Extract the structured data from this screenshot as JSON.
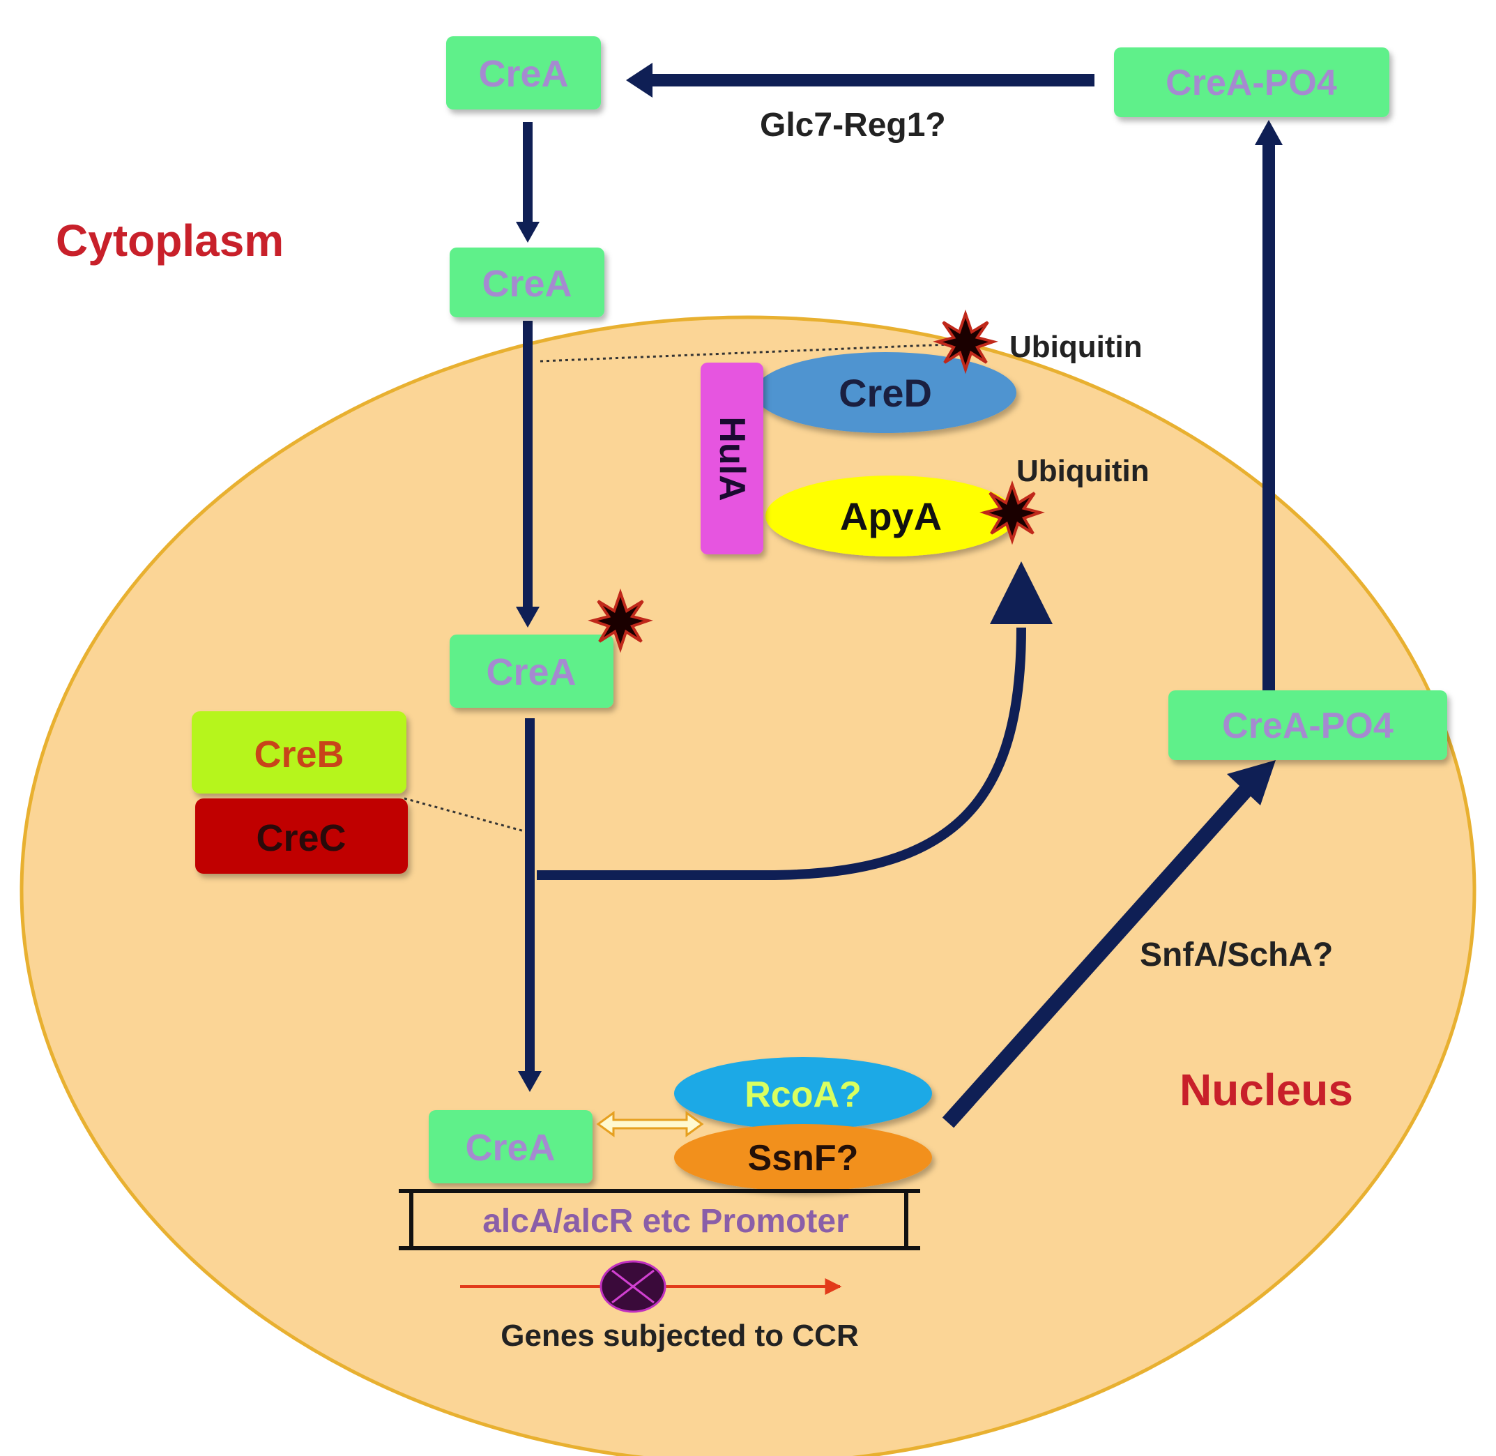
{
  "labels": {
    "cytoplasm": "Cytoplasm",
    "nucleus": "Nucleus",
    "glc7": "Glc7-Reg1?",
    "snfa": "SnfA/SchA?",
    "ubiquitin_1": "Ubiquitin",
    "ubiquitin_2": "Ubiquitin",
    "promoter": "alcA/alcR etc Promoter",
    "genes": "Genes subjected to CCR"
  },
  "nodes": {
    "crea_top": "CreA",
    "crea_po4_top": "CreA-PO4",
    "crea_2": "CreA",
    "crea_3": "CreA",
    "crea_dna": "CreA",
    "crea_po4_nuc": "CreA-PO4",
    "creb": "CreB",
    "crec": "CreC",
    "cred": "CreD",
    "apya": "ApyA",
    "hula": "HulA",
    "rcoa": "RcoA?",
    "ssnf": "SsnF?"
  },
  "colors": {
    "nucleus_fill": "#fbd596",
    "nucleus_stroke": "#e8b030",
    "box_green": "#5ef08a",
    "box_text_purple": "#a58ad0",
    "arrow_navy": "#0f1f55",
    "label_red": "#c8202a",
    "creb_fill": "#b6f51e",
    "crec_fill": "#c00000",
    "cred_fill": "#4f94d0",
    "apya_fill": "#ffff00",
    "hula_fill": "#e654e0",
    "rcoa_fill": "#1aa9e6",
    "rcoa_text": "#d9ff60",
    "ssnf_fill": "#f2901c"
  }
}
